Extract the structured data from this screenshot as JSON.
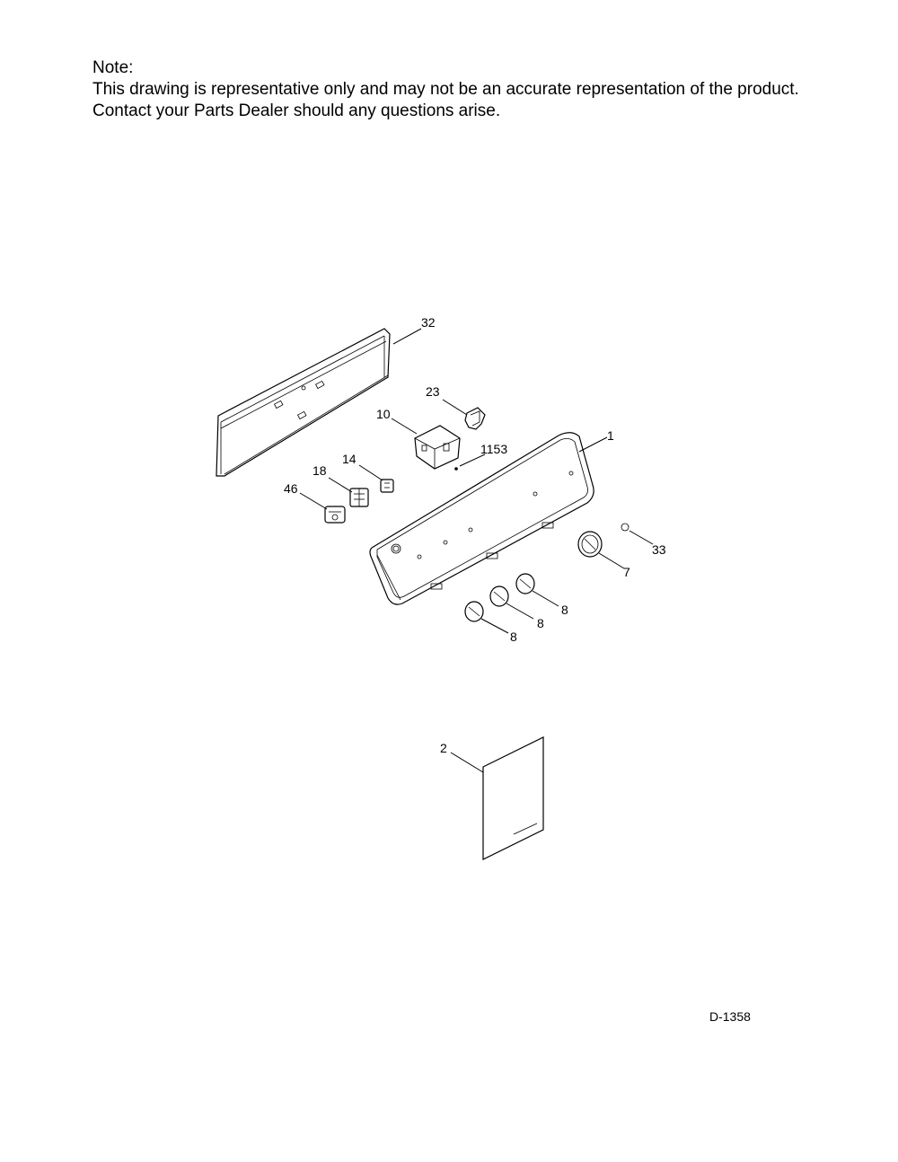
{
  "note": {
    "heading": "Note:",
    "line1": "This drawing is representative only and may not be an accurate representation of the product.",
    "line2": "Contact your Parts Dealer should any questions arise."
  },
  "callouts": {
    "c32": "32",
    "c23": "23",
    "c10": "10",
    "c1": "1",
    "c1153": "1153",
    "c14": "14",
    "c18": "18",
    "c46": "46",
    "c33": "33",
    "c7": "7",
    "c8a": "8",
    "c8b": "8",
    "c8c": "8",
    "c2": "2"
  },
  "drawing_code": "D-1358"
}
